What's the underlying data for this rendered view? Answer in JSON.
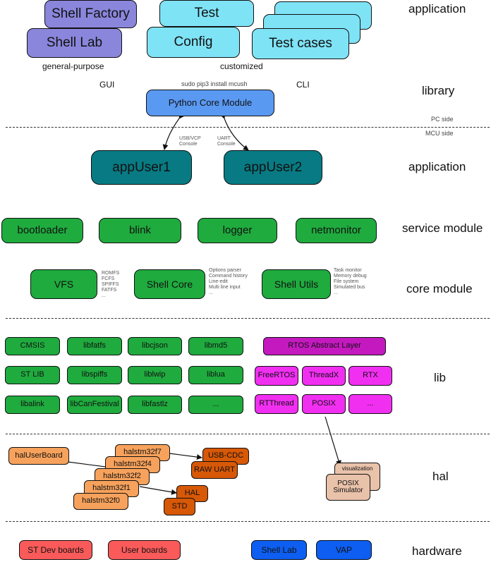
{
  "layers": {
    "application_top": "application",
    "library": "library",
    "application": "application",
    "service_module": "service module",
    "core_module": "core module",
    "lib": "lib",
    "hal": "hal",
    "hardware": "hardware"
  },
  "top": {
    "shell_factory": "Shell Factory",
    "shell_lab": "Shell Lab",
    "general_purpose": "general-purpose",
    "test": "Test",
    "config": "Config",
    "test_cases": "Test cases",
    "customized": "customized",
    "gui": "GUI",
    "cli": "CLI",
    "pip_install": "sudo pip3 install mcush",
    "python_core": "Python Core Module"
  },
  "sides": {
    "pc": "PC side",
    "mcu": "MCU side"
  },
  "links": {
    "usb_vcp": [
      "USB/VCP",
      "Console"
    ],
    "uart": [
      "UART",
      "Console"
    ]
  },
  "apps": {
    "app1": "appUser1",
    "app2": "appUser2"
  },
  "services": [
    "bootloader",
    "blink",
    "logger",
    "netmonitor"
  ],
  "core": {
    "vfs": "VFS",
    "vfs_notes": [
      "ROMFS",
      "FCFS",
      "SPIFFS",
      "FATFS",
      "..."
    ],
    "shell_core": "Shell Core",
    "shell_core_notes": [
      "Options parser",
      "Command history",
      "Line-edit",
      "Multi line input",
      "..."
    ],
    "shell_utils": "Shell Utils",
    "shell_utils_notes": [
      "Task monitor",
      "Memory debug",
      "File system",
      "Simulated bus",
      "..."
    ]
  },
  "libs": {
    "row1": [
      "CMSIS",
      "libfatfs",
      "libcjson",
      "libmd5"
    ],
    "row2": [
      "ST LIB",
      "libspiffs",
      "liblwip",
      "liblua"
    ],
    "row3": [
      "libalink",
      "libCanFestival",
      "libfastlz",
      "..."
    ],
    "rtos_layer": "RTOS Abstract Layer",
    "rtos_row1": [
      "FreeRTOS",
      "ThreadX",
      "RTX"
    ],
    "rtos_row2": [
      "RTThread",
      "POSIX",
      "..."
    ]
  },
  "hal": {
    "user_board": "halUserBoard",
    "stm": [
      "halstm32f7",
      "halstm32f4",
      "halstm32f2",
      "halstm32f1",
      "halstm32f0"
    ],
    "usb_cdc": "USB-CDC",
    "raw_uart": "RAW UART",
    "hal": "HAL",
    "std": "STD",
    "visualization": "visualization",
    "posix_sim": [
      "POSIX",
      "Simulator"
    ]
  },
  "hardware": [
    "ST Dev boards",
    "User boards",
    "Shell Lab",
    "VAP"
  ],
  "colors": {
    "app_tools": "#8a86dc",
    "custom_tools": "#7fe3f6",
    "library": "#5a99f2",
    "application": "#087a83",
    "module": "#1fab3e",
    "rtos": "#f12ff1",
    "hal": "#f7a25c",
    "driver": "#d75806",
    "simulator": "#e9c2aa",
    "st_boards": "#fa5a5a",
    "shell_boards": "#0d5ef1"
  }
}
